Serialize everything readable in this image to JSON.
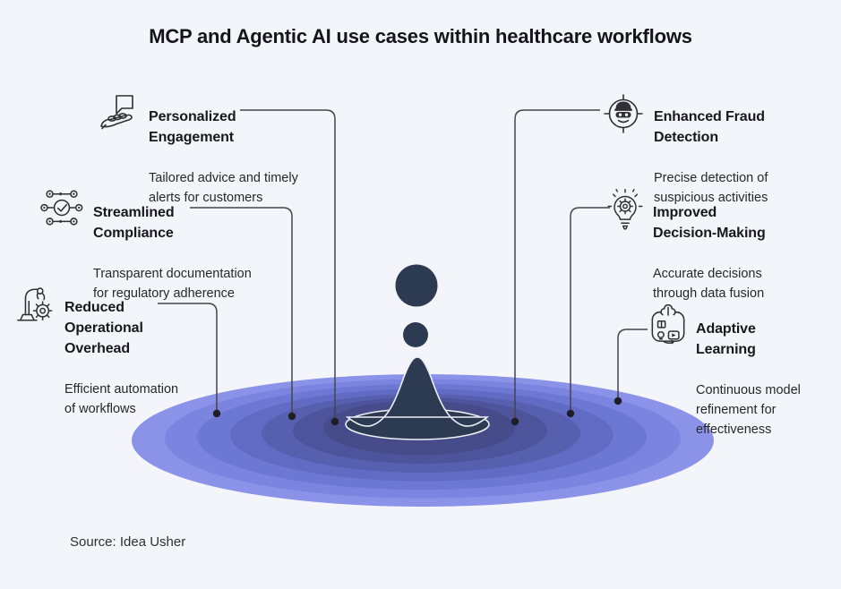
{
  "title": "MCP and Agentic AI use cases within healthcare workflows",
  "source": "Source: Idea Usher",
  "colors": {
    "background": "#F4F5FA",
    "ink": "#17171F",
    "connector_line": "#45454B",
    "connector_dot": "#1E1E24",
    "droplet_navy": "#2C3B52",
    "splash_outline": "#EDEFF7",
    "ripple_rings": [
      "#8A93E8",
      "#7B85E0",
      "#6D77D4",
      "#626BC4",
      "#575FAF",
      "#4E549C",
      "#464B8A"
    ]
  },
  "items": [
    {
      "icon": "engagement-icon",
      "title": "Personalized\nEngagement",
      "description": "Tailored advice and timely\nalerts for customers"
    },
    {
      "icon": "compliance-icon",
      "title": "Streamlined\nCompliance",
      "description": "Transparent documentation\nfor regulatory adherence"
    },
    {
      "icon": "automation-icon",
      "title": "Reduced\nOperational\nOverhead",
      "description": "Efficient automation\nof workflows"
    },
    {
      "icon": "fraud-icon",
      "title": "Enhanced Fraud\nDetection",
      "description": "Precise detection of\nsuspicious activities"
    },
    {
      "icon": "decision-icon",
      "title": "Improved\nDecision-Making",
      "description": "Accurate decisions\nthrough data fusion"
    },
    {
      "icon": "learning-icon",
      "title": "Adaptive\nLearning",
      "description": "Continuous model\nrefinement for\neffectiveness"
    }
  ]
}
